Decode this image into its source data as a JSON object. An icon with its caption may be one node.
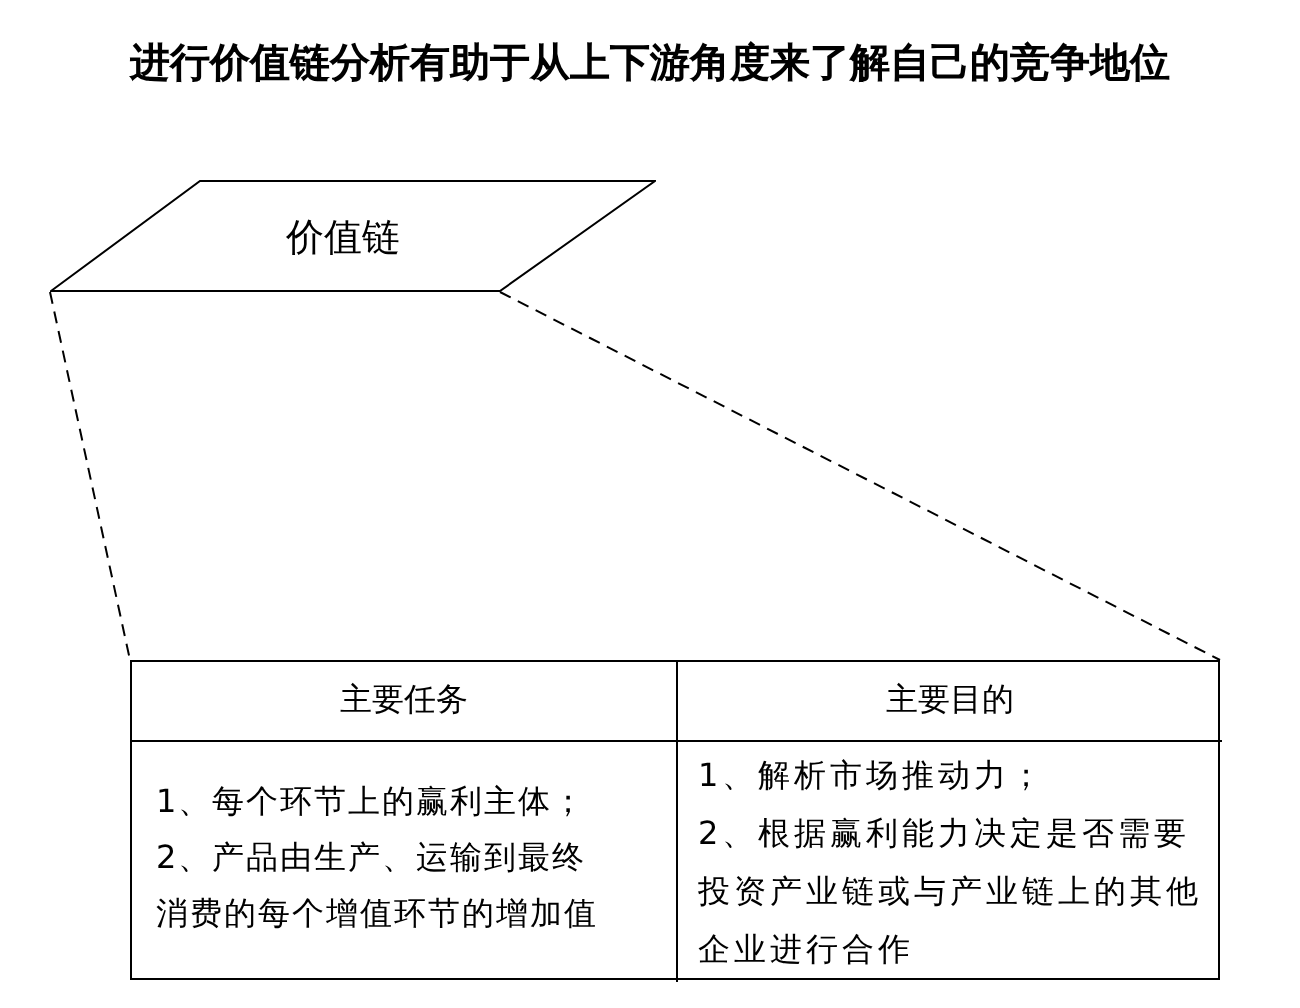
{
  "diagram": {
    "title": "进行价值链分析有助于从上下游角度来了解自己的竞争地位",
    "nodes": [
      {
        "text": [
          "价值链"
        ]
      },
      {
        "text": [],
        "shape": "box"
      },
      {
        "text": [
          "主要任务"
        ],
        "in": 1
      },
      {
        "text": [
          "主要目的"
        ],
        "in": 1
      },
      {
        "text": [
          "1、每个环节上的赢利主体；",
          "2、产品由生产、运输到最终消费的每个增值环节的增加值"
        ],
        "in": 1
      },
      {
        "text": [
          "1、解析市场推动力；",
          "2、根据赢利能力决定是否需要投资产业链或与产业链上的其他企业进行合作"
        ],
        "in": 1
      }
    ],
    "edges": [
      {
        "from": 0,
        "to": 1,
        "arrow": "none",
        "style": "dashed"
      },
      {
        "from": 0,
        "to": 1,
        "arrow": "none",
        "style": "dashed"
      }
    ]
  }
}
